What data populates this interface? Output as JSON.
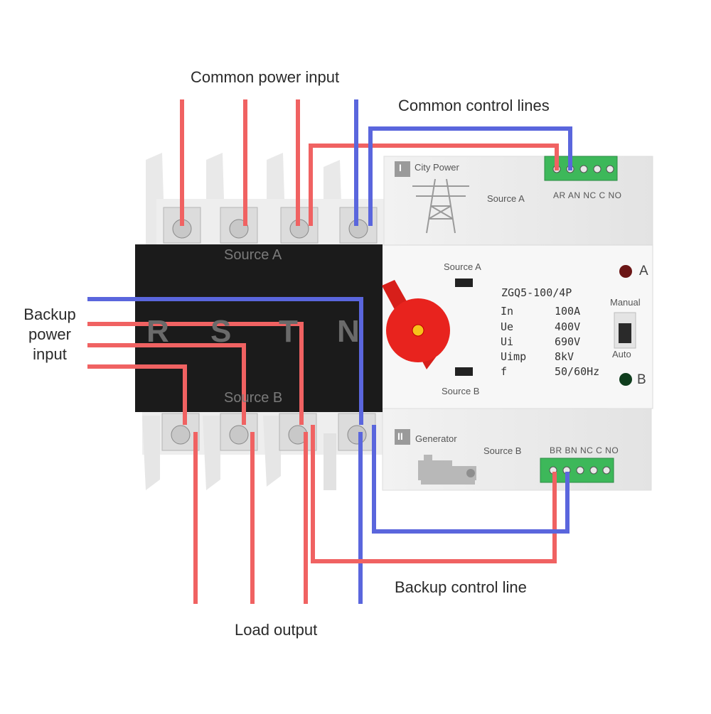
{
  "labels": {
    "common_power_input": "Common power input",
    "common_control_lines": "Common control lines",
    "backup_power_input": [
      "Backup",
      "power",
      "input"
    ],
    "backup_control_line": "Backup control line",
    "load_output": "Load output"
  },
  "device": {
    "model": "ZGQ5-100/4P",
    "phases": [
      "R",
      "S",
      "T",
      "N"
    ],
    "housing_source_a": "Source A",
    "housing_source_b": "Source B",
    "top_module": {
      "roman": "I",
      "name": "City Power",
      "source": "Source A",
      "terminals": "AR AN NC C NO"
    },
    "bottom_module": {
      "roman": "II",
      "name": "Generator",
      "source": "Source B",
      "terminals": "BR BN NC C NO"
    },
    "window_source_a": "Source A",
    "window_source_b": "Source B",
    "specs": [
      {
        "key": "In",
        "value": "100A"
      },
      {
        "key": "Ue",
        "value": "400V"
      },
      {
        "key": "Ui",
        "value": "690V"
      },
      {
        "key": "Uimp",
        "value": "8kV"
      },
      {
        "key": "f",
        "value": "50/60Hz"
      }
    ],
    "indicator_a": "A",
    "indicator_b": "B",
    "mode_manual": "Manual",
    "mode_auto": "Auto"
  },
  "colors": {
    "red_wire": "#f06262",
    "blue_wire": "#5a66dd",
    "housing_black": "#1b1b1b",
    "terminal_green": "#3db85a",
    "handle_red": "#e8231e"
  }
}
